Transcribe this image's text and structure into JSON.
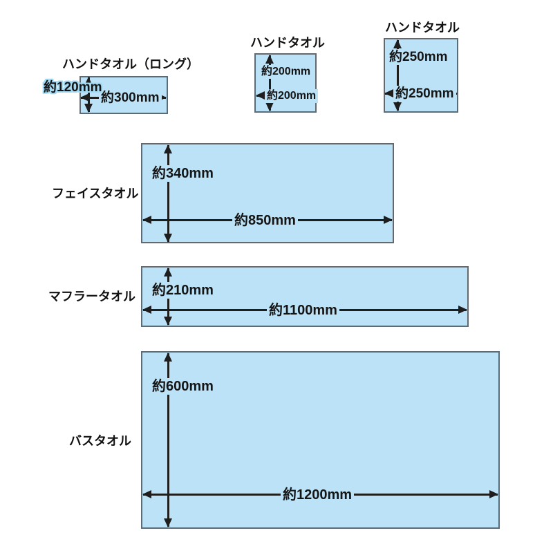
{
  "colors": {
    "towel_fill": "#bce2f7",
    "towel_border": "#5f6a73",
    "arrow": "#1e1e1e",
    "label_text": "#151515",
    "highlight_halo": "#a5daf4",
    "background": "#ffffff"
  },
  "towels": [
    {
      "name": "ハンドタオル（ロング）",
      "height_label": "約120mm",
      "width_label": "約300mm",
      "height_mm": 120,
      "width_mm": 300
    },
    {
      "name": "ハンドタオル",
      "height_label": "約200mm",
      "width_label": "約200mm",
      "height_mm": 200,
      "width_mm": 200
    },
    {
      "name": "ハンドタオル",
      "height_label": "約250mm",
      "width_label": "約250mm",
      "height_mm": 250,
      "width_mm": 250
    },
    {
      "name": "フェイスタオル",
      "height_label": "約340mm",
      "width_label": "約850mm",
      "height_mm": 340,
      "width_mm": 850
    },
    {
      "name": "マフラータオル",
      "height_label": "約210mm",
      "width_label": "約1100mm",
      "height_mm": 210,
      "width_mm": 1100
    },
    {
      "name": "バスタオル",
      "height_label": "約600mm",
      "width_label": "約1200mm",
      "height_mm": 600,
      "width_mm": 1200
    }
  ]
}
